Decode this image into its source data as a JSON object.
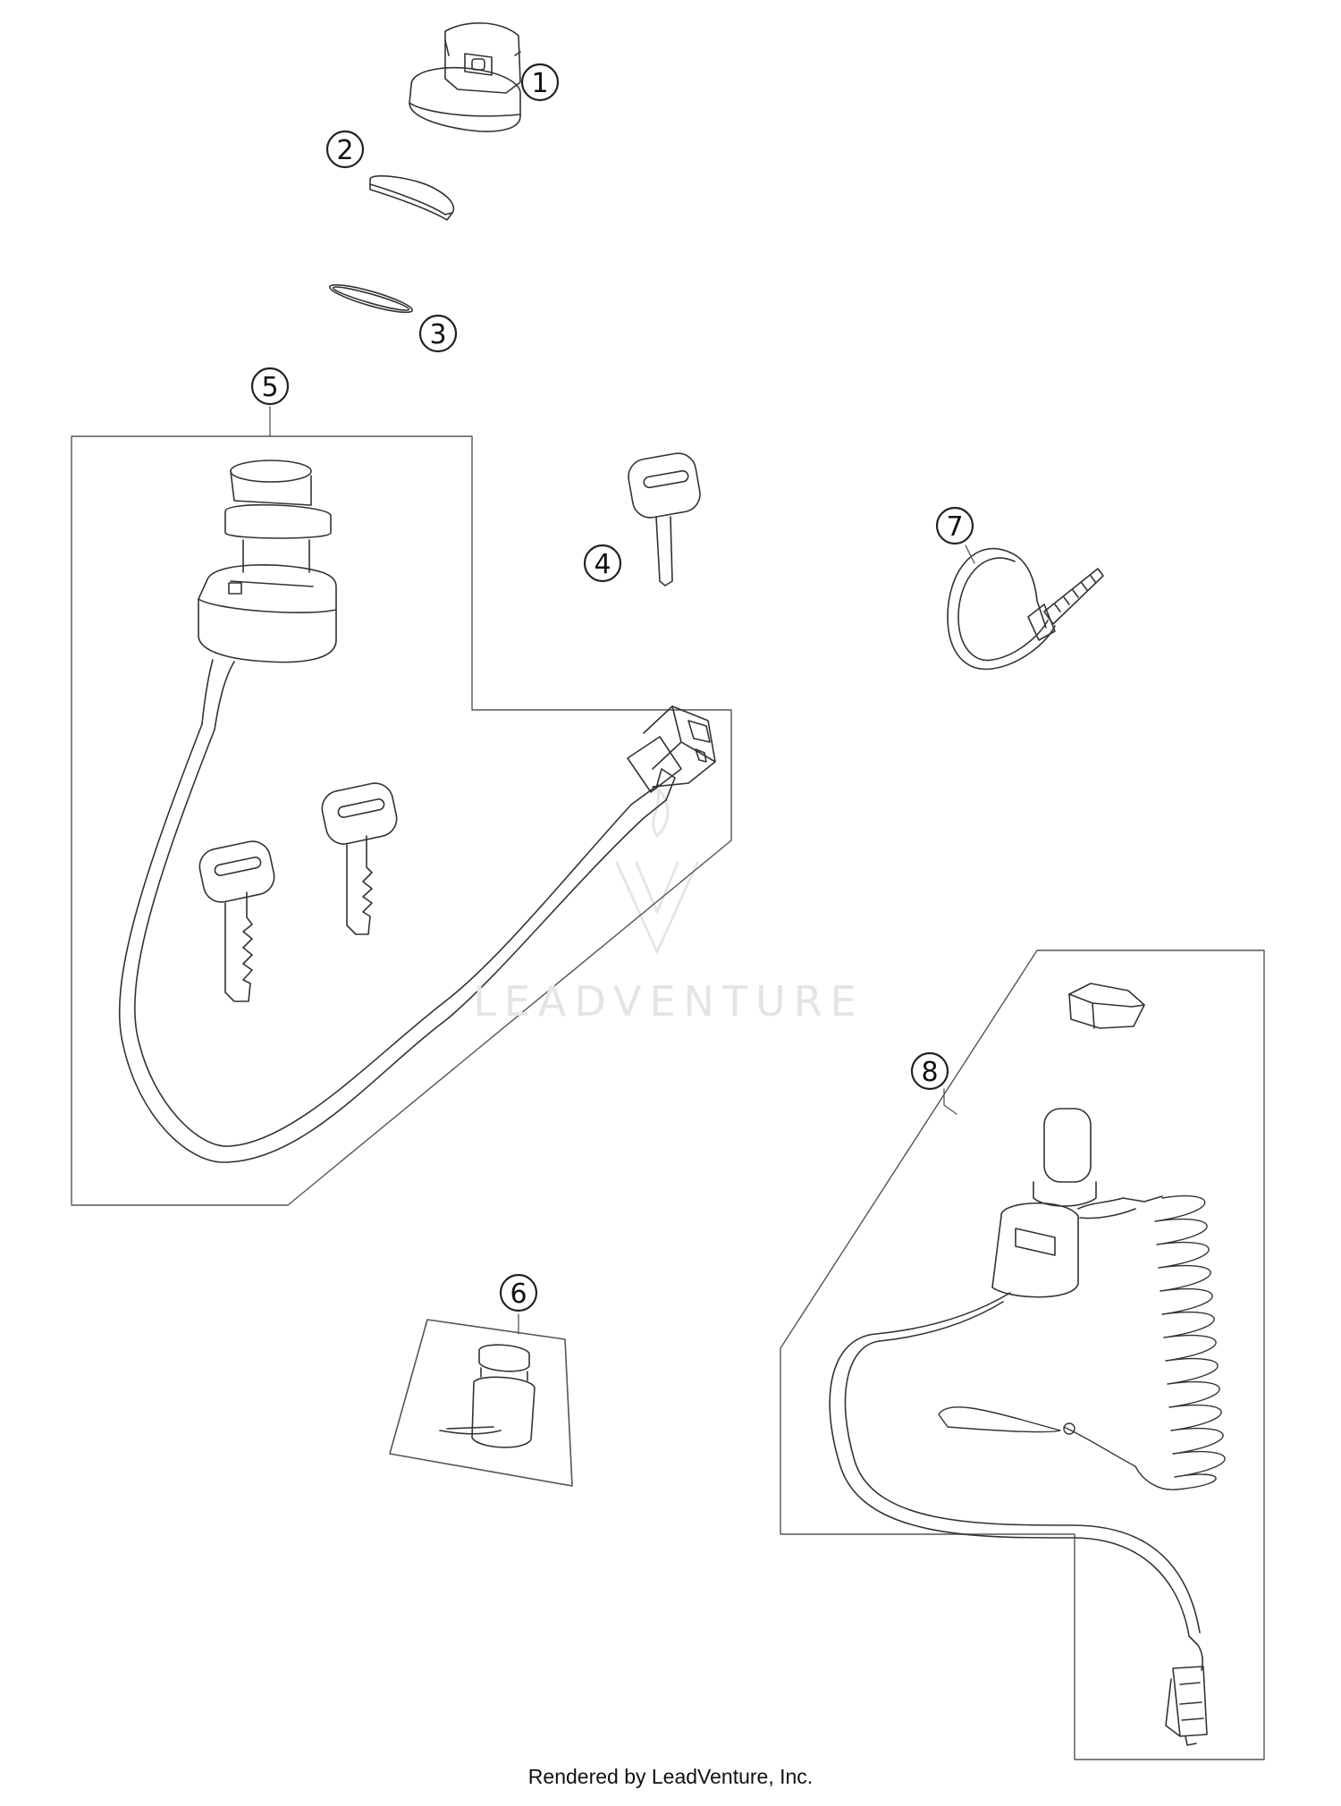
{
  "callouts": [
    {
      "label": "1"
    },
    {
      "label": "2"
    },
    {
      "label": "3"
    },
    {
      "label": "4"
    },
    {
      "label": "5"
    },
    {
      "label": "6"
    },
    {
      "label": "7"
    },
    {
      "label": "8"
    }
  ],
  "watermark": {
    "text": "LEADVENTURE"
  },
  "footer": {
    "text": "Rendered by LeadVenture, Inc."
  },
  "colors": {
    "line": "#333333",
    "fill": "#ffffff",
    "watermark": "#e4e4e4"
  }
}
